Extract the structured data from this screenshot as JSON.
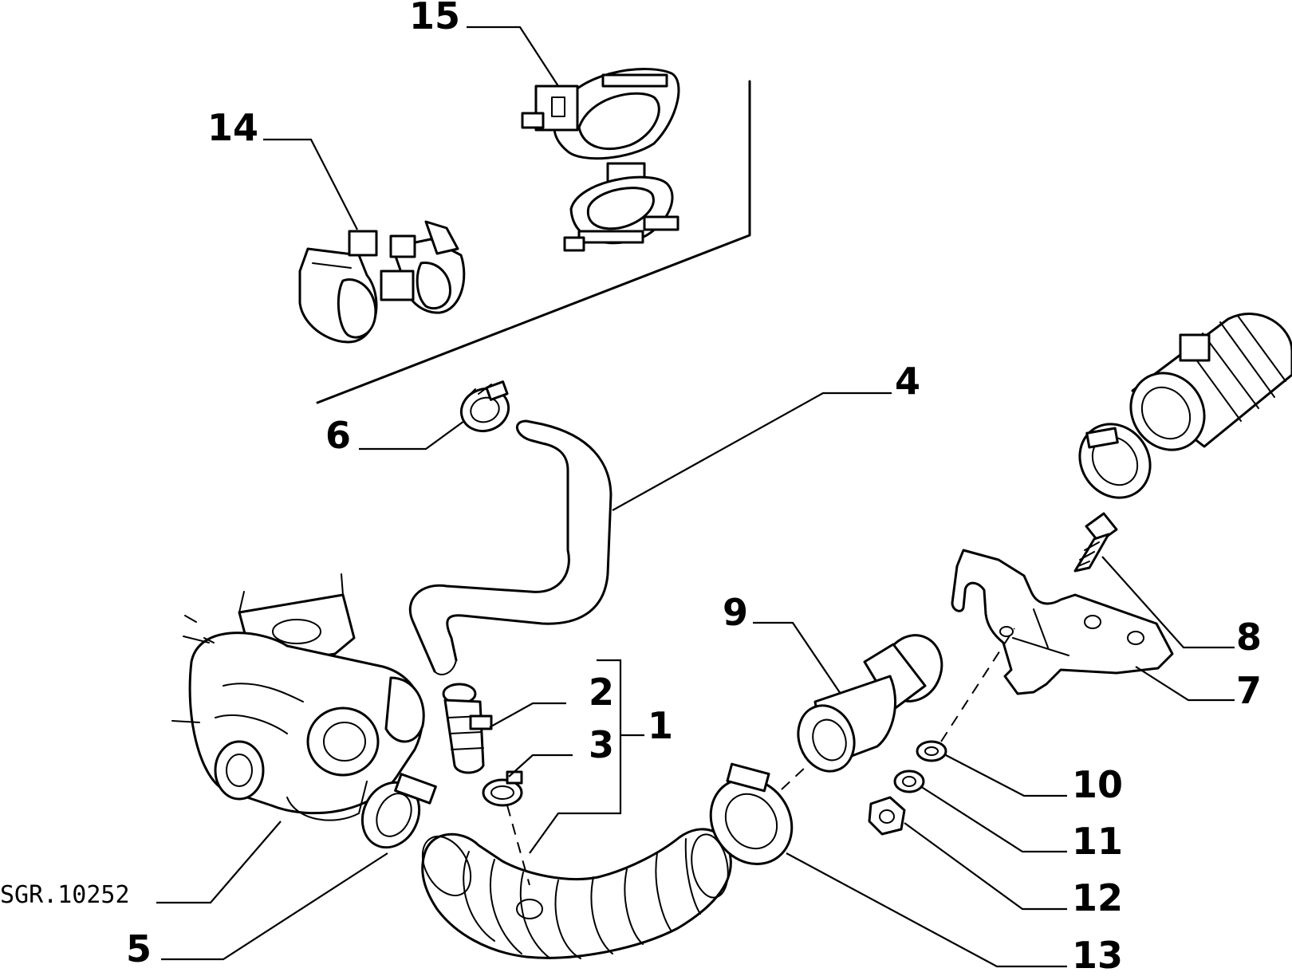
{
  "drawing": {
    "reference": "SGR.10252"
  },
  "callouts": {
    "c1": "1",
    "c2": "2",
    "c3": "3",
    "c4": "4",
    "c5": "5",
    "c6": "6",
    "c7": "7",
    "c8": "8",
    "c9": "9",
    "c10": "10",
    "c11": "11",
    "c12": "12",
    "c13": "13",
    "c14": "14",
    "c15": "15"
  }
}
